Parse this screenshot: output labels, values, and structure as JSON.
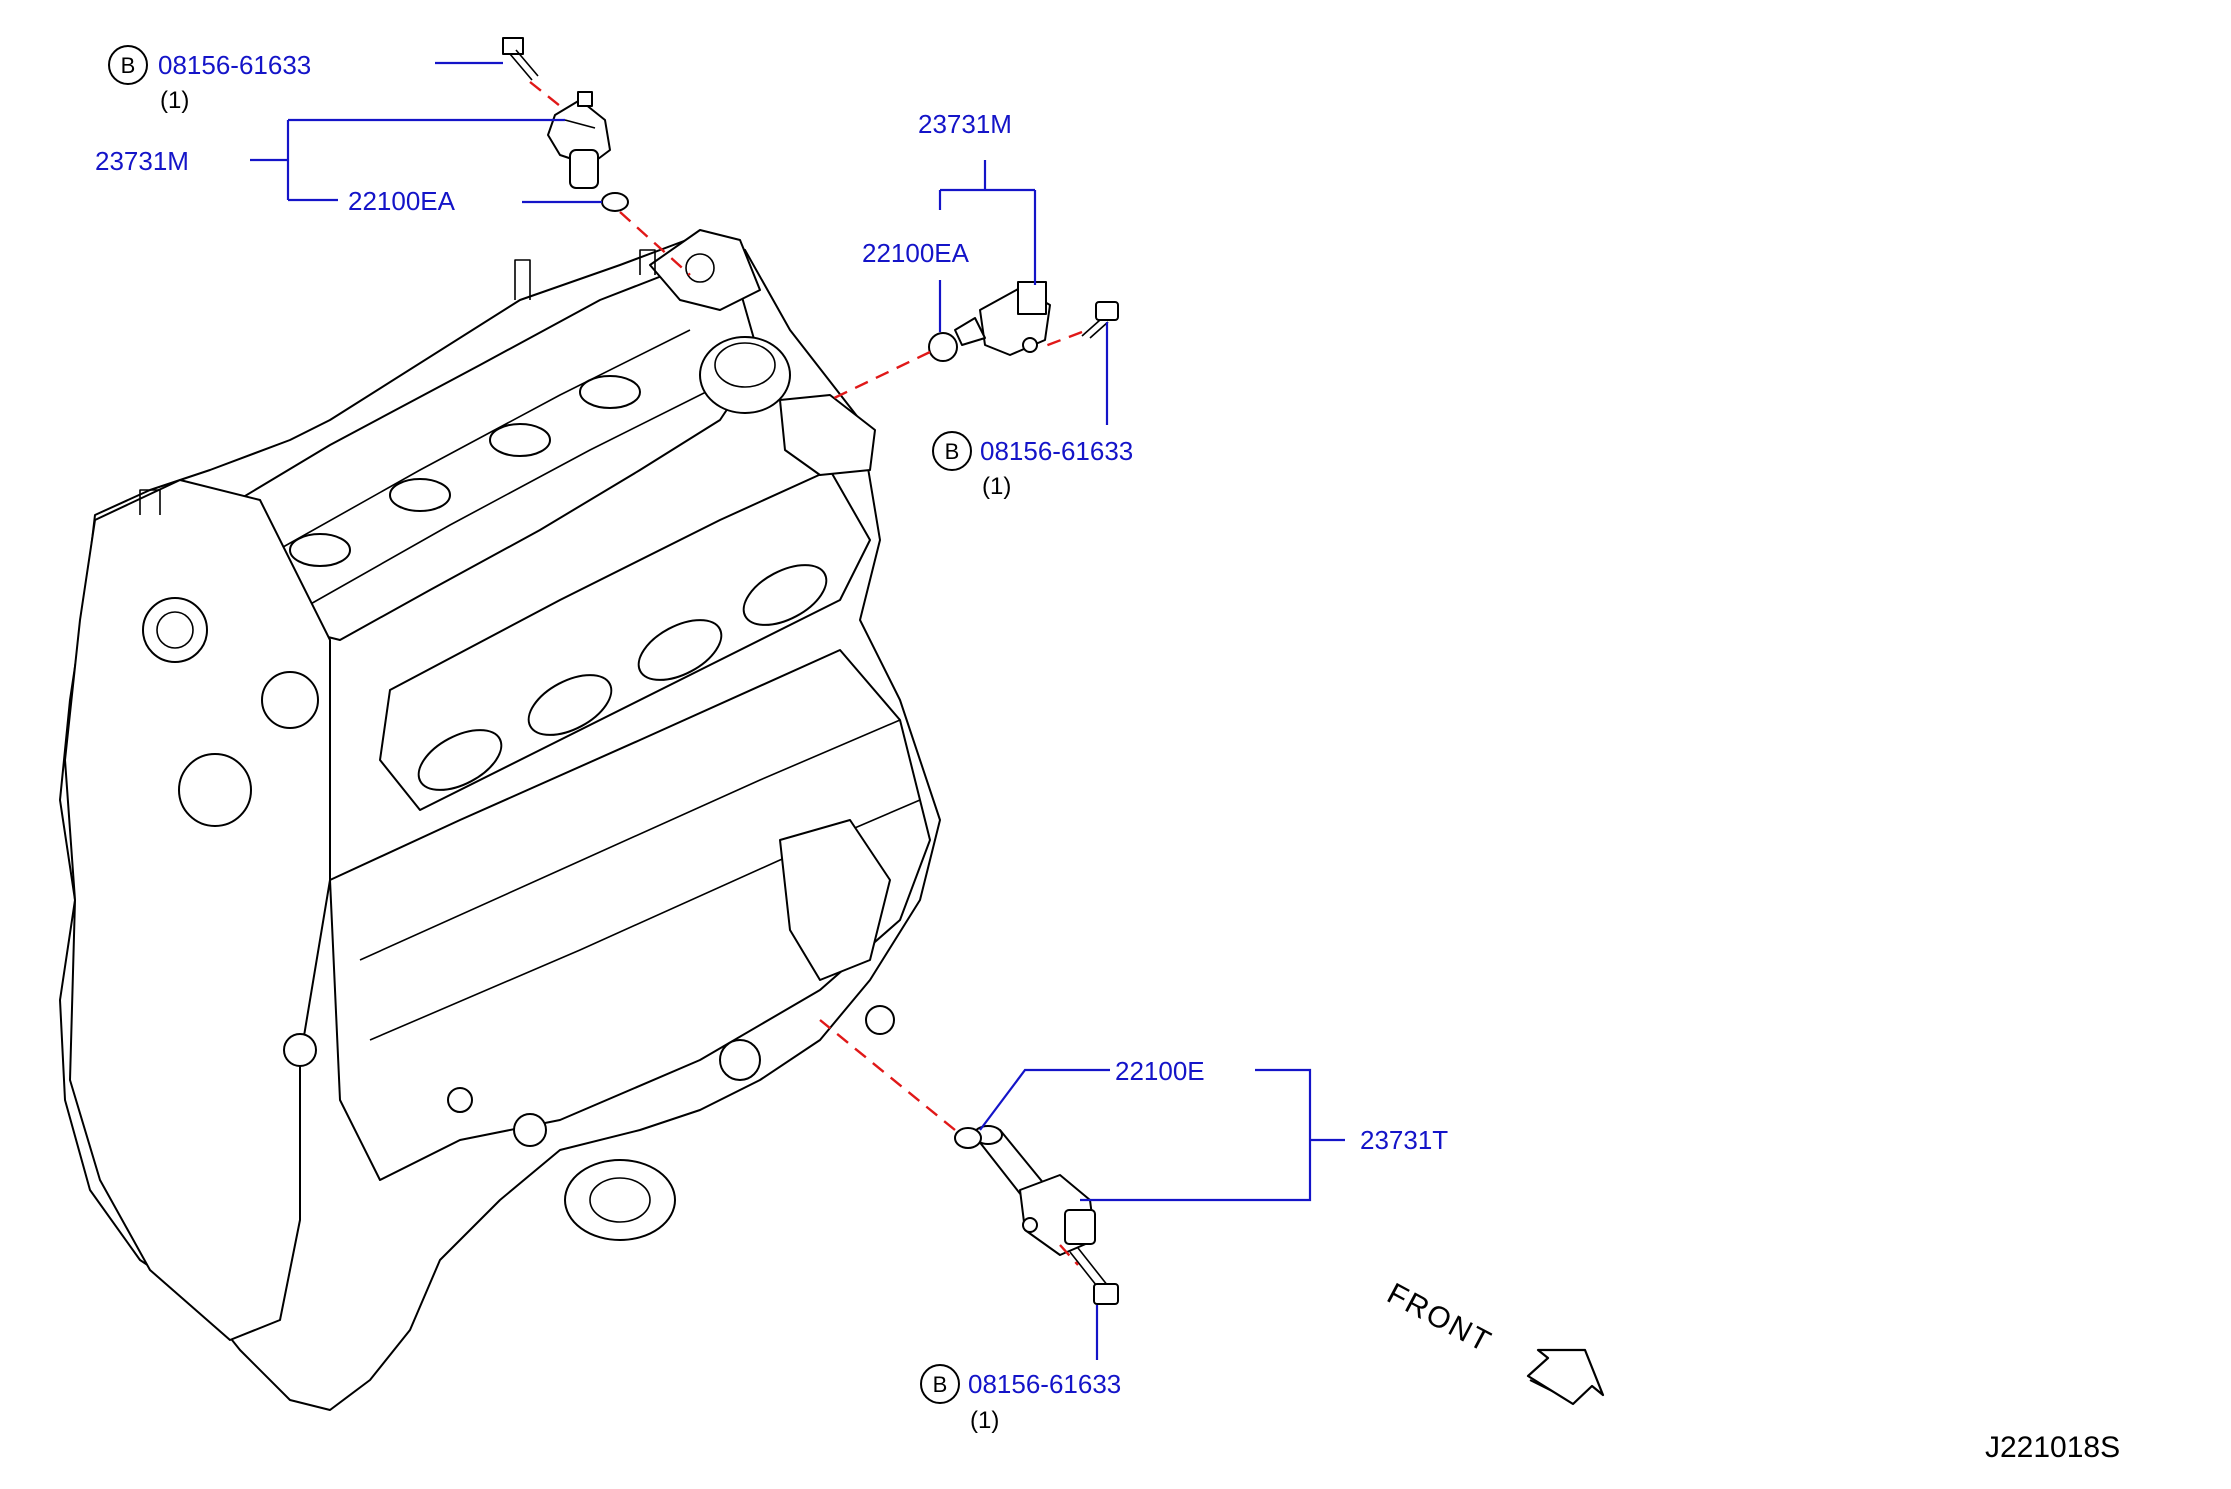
{
  "callouts": {
    "top_left": {
      "bolt_circle_letter": "B",
      "bolt_part": "08156-61633",
      "bolt_qty": "(1)",
      "assembly": "23731M",
      "seal": "22100EA"
    },
    "top_right": {
      "assembly": "23731M",
      "seal": "22100EA",
      "bolt_circle_letter": "B",
      "bolt_part": "08156-61633",
      "bolt_qty": "(1)"
    },
    "bottom": {
      "seal": "22100E",
      "assembly": "23731T",
      "bolt_circle_letter": "B",
      "bolt_part": "08156-61633",
      "bolt_qty": "(1)"
    }
  },
  "direction_label": "FRONT",
  "diagram_code": "J221018S",
  "colors": {
    "part_number": "#1414c8",
    "leader_line": "#1414c8",
    "install_dash": "#e01818",
    "ink": "#000000"
  }
}
